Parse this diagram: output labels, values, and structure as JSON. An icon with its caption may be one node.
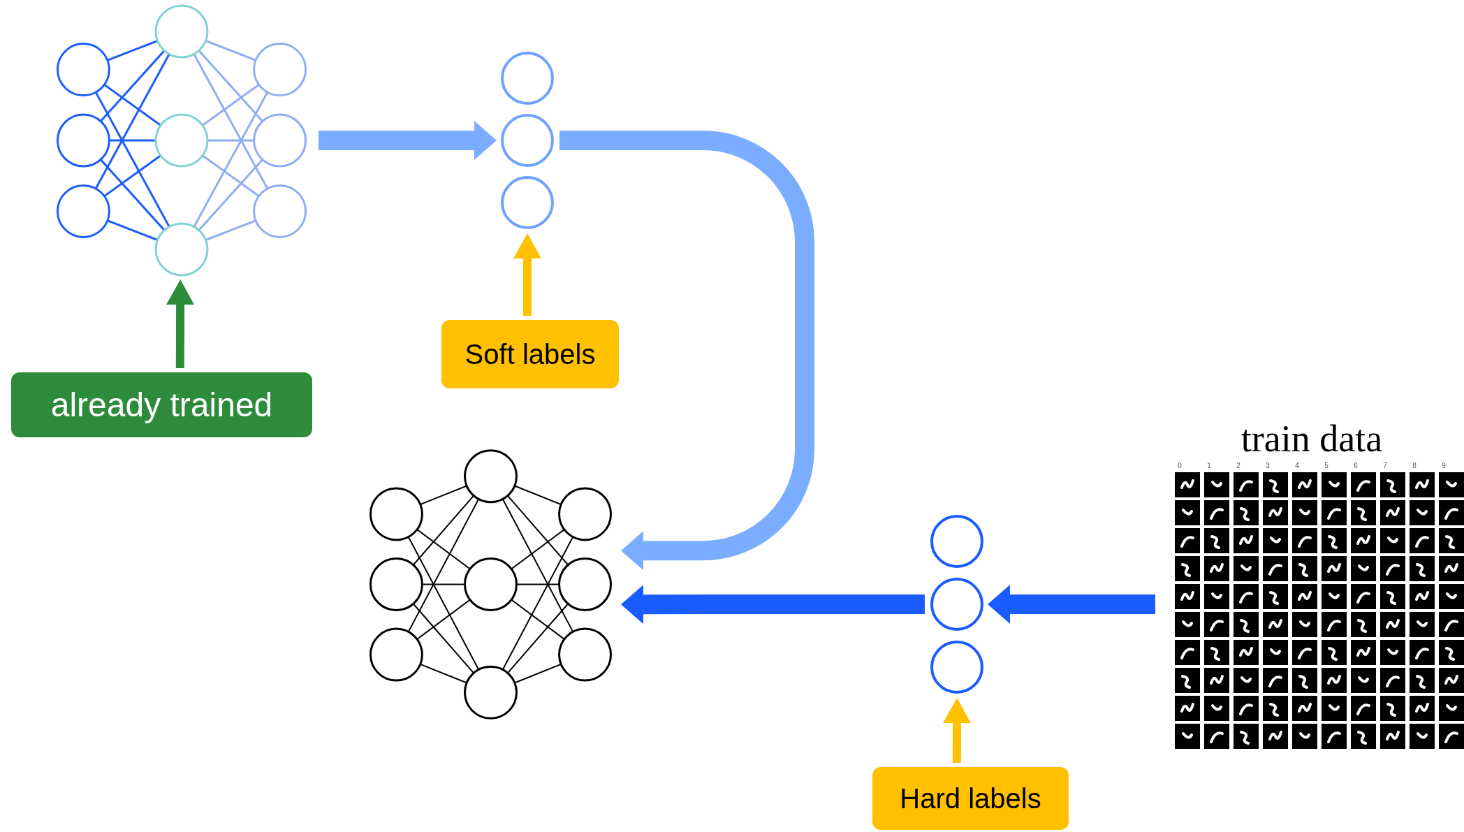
{
  "diagram": {
    "nodes": [
      {
        "text": [],
        "shape": "picture"
      },
      {
        "text": [],
        "shape": "circle"
      },
      {
        "text": [
          "Soft labels"
        ]
      },
      {
        "text": [
          "already trained"
        ]
      },
      {
        "text": [],
        "shape": "picture"
      },
      {
        "text": [],
        "shape": "circle"
      },
      {
        "text": [
          "Hard labels"
        ]
      },
      {
        "text": [
          "train data"
        ],
        "beside": [
          "0",
          "1",
          "2",
          "3",
          "4",
          "5",
          "6",
          "7",
          "8",
          "9"
        ]
      }
    ],
    "edges": [
      {
        "from": 0,
        "to": 1,
        "arrow": "to",
        "color": "#7aadff"
      },
      {
        "from": 3,
        "to": 0,
        "arrow": "to",
        "color": "#2e8b3c"
      },
      {
        "from": 2,
        "to": 1,
        "arrow": "to",
        "color": "#ffc000"
      },
      {
        "from": 1,
        "to": 4,
        "arrow": "to",
        "color": "#7aadff"
      },
      {
        "from": 5,
        "to": 4,
        "arrow": "to",
        "color": "#1a5cff"
      },
      {
        "from": 7,
        "to": 5,
        "arrow": "to",
        "color": "#1a5cff"
      },
      {
        "from": 6,
        "to": 5,
        "arrow": "to",
        "color": "#ffc000"
      }
    ]
  }
}
